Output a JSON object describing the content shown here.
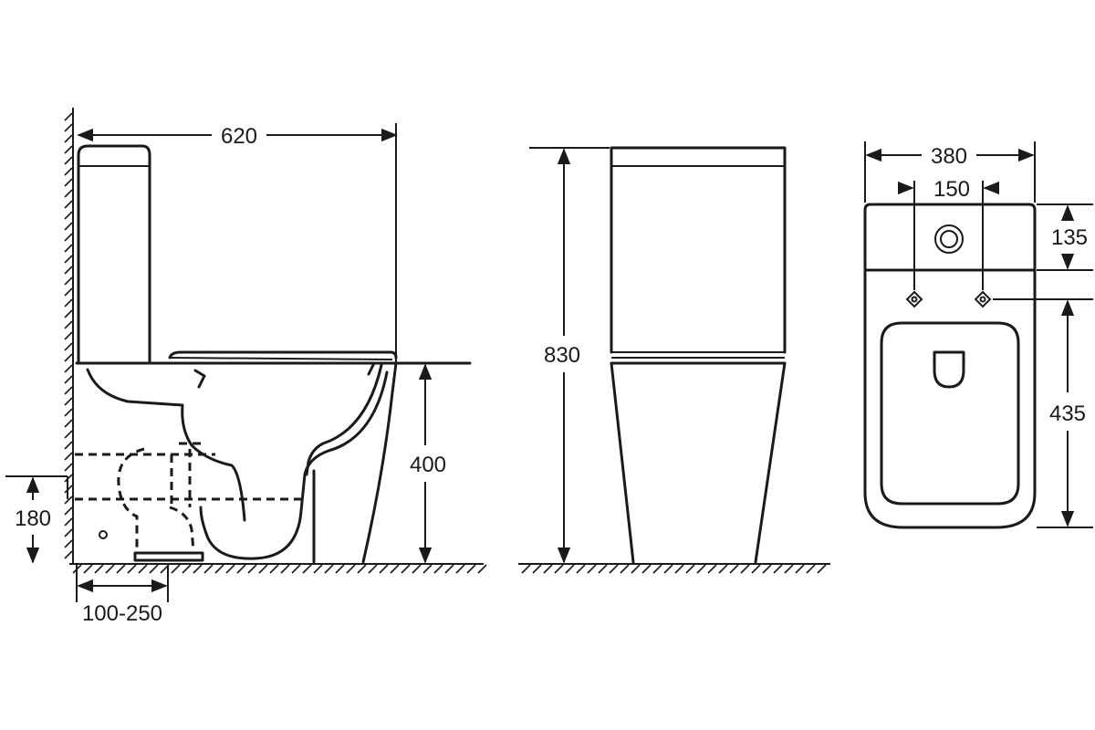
{
  "side_view": {
    "length_label": "620",
    "seat_height_label": "400",
    "outlet_height_label": "180",
    "outlet_offset_label": "100-250"
  },
  "front_view": {
    "height_label": "830"
  },
  "top_view": {
    "width_label": "380",
    "fixing_spacing_label": "150",
    "tank_depth_label": "135",
    "bowl_depth_label": "435"
  }
}
